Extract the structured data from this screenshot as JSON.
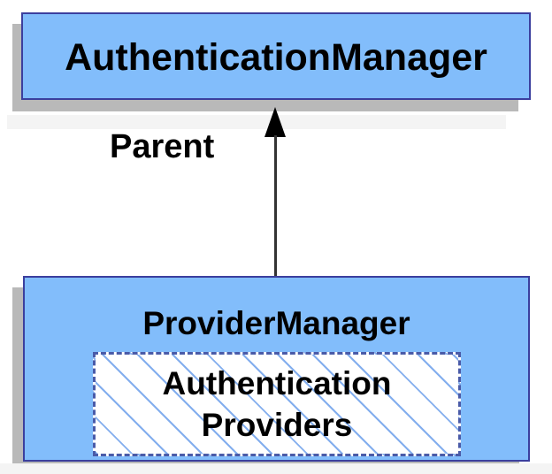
{
  "diagram": {
    "type": "uml-class-diagram",
    "background_color": "#ffffff",
    "nodes": [
      {
        "id": "authentication-manager",
        "title": "AuthenticationManager",
        "fill_color": "#82bdfb",
        "border_color": "#3b3f9e",
        "shadow_color": "#b9b9b9"
      },
      {
        "id": "provider-manager",
        "title": "ProviderManager",
        "fill_color": "#82bdfb",
        "border_color": "#3b3f9e",
        "shadow_color": "#b9b9b9",
        "compartment": {
          "id": "authentication-providers",
          "line1": "Authentication",
          "line2": "Providers",
          "border_style": "dashed",
          "border_color": "#4a5ba8",
          "fill_color": "#ffffff",
          "hatch_color": "#6da0eb"
        }
      }
    ],
    "edges": [
      {
        "id": "parent",
        "label": "Parent",
        "from": "provider-manager",
        "to": "authentication-manager",
        "arrow_style": "solid-filled-triangle",
        "line_color": "#333333",
        "arrow_color": "#000000"
      }
    ]
  }
}
